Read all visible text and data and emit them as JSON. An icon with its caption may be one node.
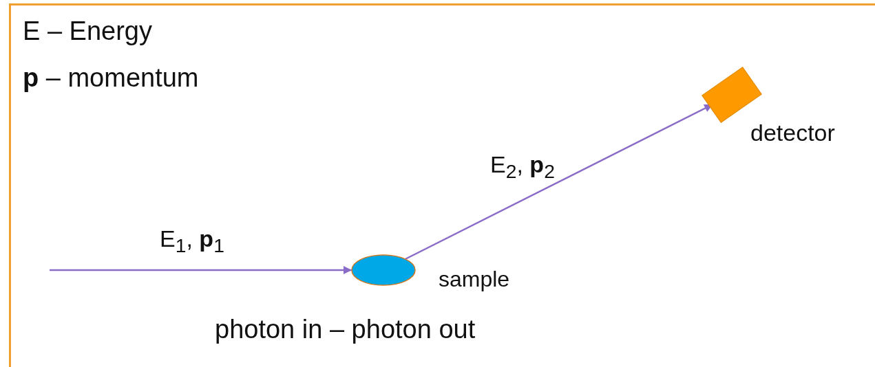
{
  "diagram": {
    "nodes": [
      {
        "text": [],
        "shape": "ellipse",
        "beside": [
          "sample"
        ]
      },
      {
        "text": [],
        "shape": "box",
        "beside": [
          "detector"
        ]
      }
    ],
    "edges": [
      {
        "from": null,
        "to": 0,
        "arrow": "to",
        "label": "E$_{1}$, **p**$_{1}$"
      },
      {
        "from": 0,
        "to": 1,
        "arrow": "to",
        "label": "E$_{2}$, **p**$_{2}$"
      }
    ],
    "labels": [
      "E – Energy",
      "**p** – momentum",
      "photon in – photon out"
    ]
  }
}
